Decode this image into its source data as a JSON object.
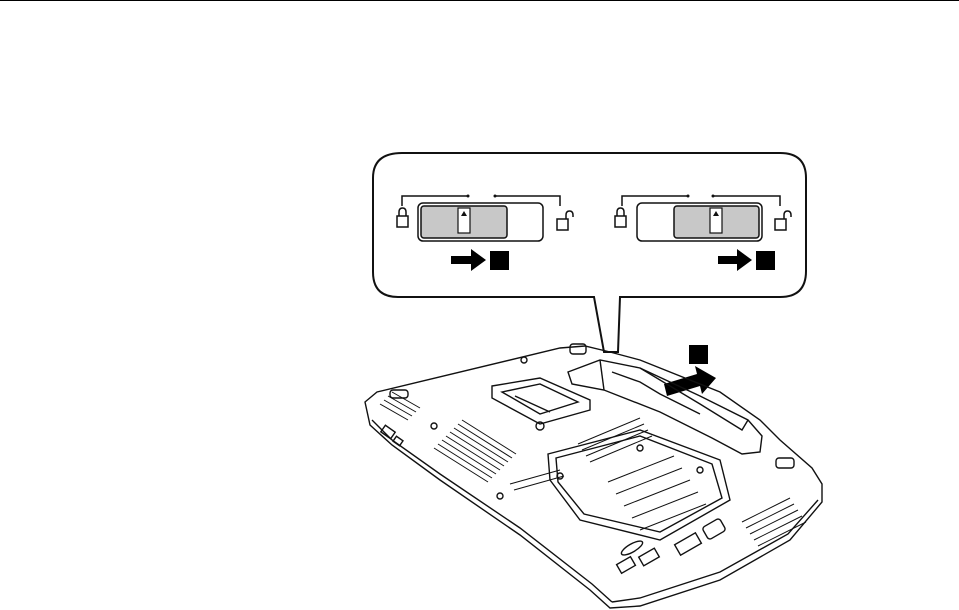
{
  "page": {
    "rule_color": "#000000",
    "background": "#ffffff"
  },
  "figure": {
    "description_icon_names": [
      "lock-icon",
      "unlock-icon",
      "arrow-right-icon",
      "callout-bubble",
      "laptop-bottom-view"
    ],
    "colors": {
      "line": "#111111",
      "slider_fill": "#c8c8c8",
      "arrow": "#000000",
      "step_box": "#000000"
    },
    "latches": [
      {
        "id": "left",
        "state": "unlocked"
      },
      {
        "id": "right",
        "state": "unlocked"
      }
    ],
    "step_markers": [
      {
        "id": "step-1",
        "label": ""
      },
      {
        "id": "step-2",
        "label": ""
      },
      {
        "id": "step-3",
        "label": ""
      }
    ]
  }
}
